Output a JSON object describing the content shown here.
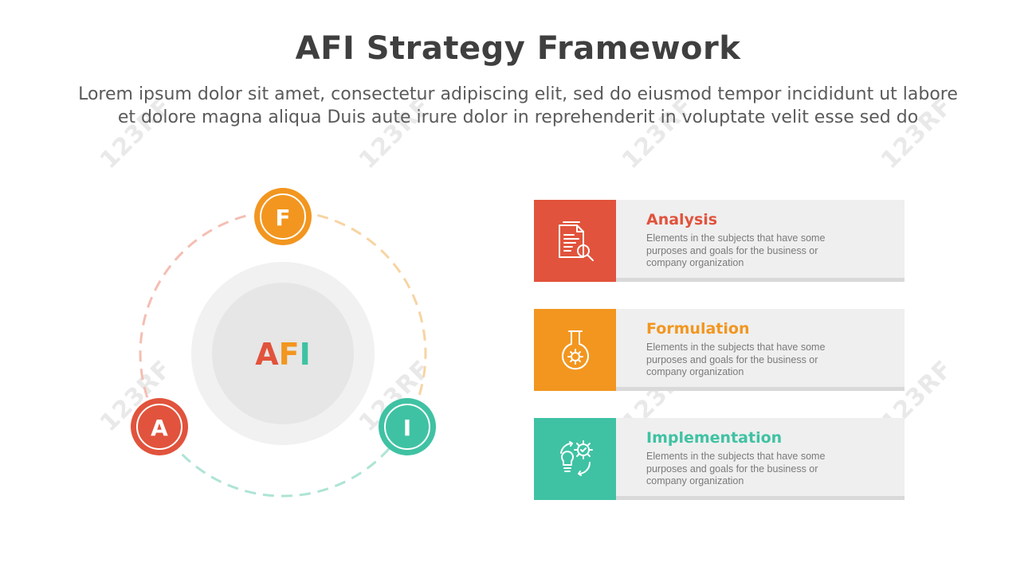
{
  "header": {
    "title": "AFI Strategy Framework",
    "subtitle_line1": "Lorem ipsum dolor sit amet, consectetur adipiscing elit, sed do eiusmod tempor incididunt ut labore",
    "subtitle_line2": "et dolore magna aliqua Duis aute irure dolor in reprehenderit in voluptate velit esse sed do"
  },
  "watermark": {
    "text": "123RF"
  },
  "cycle": {
    "center_letters": [
      "A",
      "F",
      "I"
    ],
    "nodes": [
      {
        "letter": "F",
        "color": "#f2961f"
      },
      {
        "letter": "A",
        "color": "#e1533c"
      },
      {
        "letter": "I",
        "color": "#3fc2a3"
      }
    ]
  },
  "cards": [
    {
      "title": "Analysis",
      "description": "Elements in the subjects that have some purposes and goals for the business or company organization",
      "color": "#e1533c",
      "icon": "document-search-icon"
    },
    {
      "title": "Formulation",
      "description": "Elements in the subjects that have some purposes and goals for the business or company organization",
      "color": "#f2961f",
      "icon": "flask-gear-icon"
    },
    {
      "title": "Implementation",
      "description": "Elements in the subjects that have some purposes and goals for the business or company organization",
      "color": "#3fc2a3",
      "icon": "gear-lightbulb-cycle-icon"
    }
  ]
}
